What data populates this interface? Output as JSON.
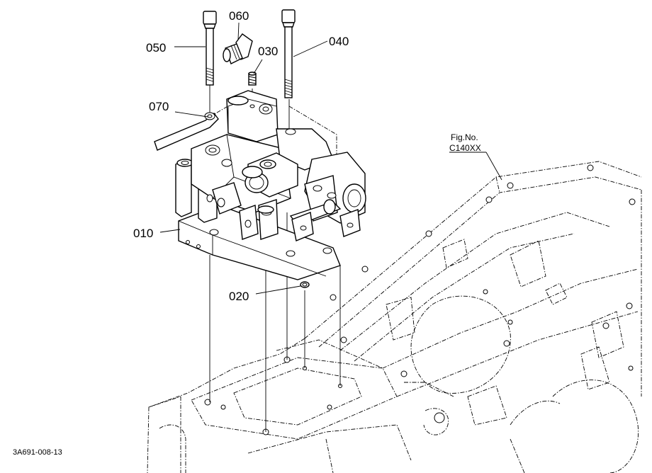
{
  "callouts": {
    "p010": "010",
    "p020": "020",
    "p030": "030",
    "p040": "040",
    "p050": "050",
    "p060": "060",
    "p070": "070"
  },
  "reference": {
    "fig_label": "Fig.No.",
    "fig_code": "C140XX"
  },
  "drawing_id": "3A691-008-13"
}
